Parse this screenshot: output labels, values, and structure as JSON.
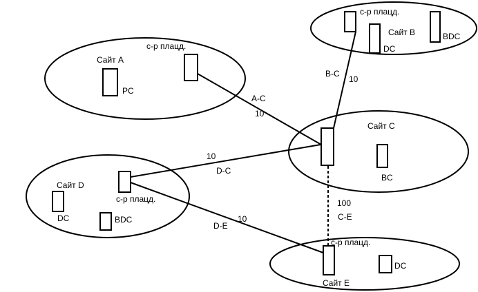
{
  "sites": {
    "a": {
      "label": "Сайт A"
    },
    "b": {
      "label": "Сайт B"
    },
    "c": {
      "label": "Сайт C"
    },
    "d": {
      "label": "Сайт D"
    },
    "e": {
      "label": "Сайт E"
    }
  },
  "servers": {
    "a_bridgehead": "с-р плацд.",
    "a_pc": "PC",
    "b_bridgehead": "с-р плацд.",
    "b_dc": "DC",
    "b_bdc": "BDC",
    "c_bc": "BC",
    "d_bridgehead": "с-р плацд.",
    "d_dc": "DC",
    "d_bdc": "BDC",
    "e_bridgehead": "с-р плацд.",
    "e_dc": "DC"
  },
  "links": {
    "a_c": {
      "name": "A-C",
      "cost": "10"
    },
    "b_c": {
      "name": "B-C",
      "cost": "10"
    },
    "d_c": {
      "name": "D-C",
      "cost": "10"
    },
    "d_e": {
      "name": "D-E",
      "cost": "10"
    },
    "c_e": {
      "name": "C-E",
      "cost": "100",
      "style": "dashed"
    }
  },
  "colors": {
    "stroke": "#000000",
    "background": "#ffffff"
  }
}
